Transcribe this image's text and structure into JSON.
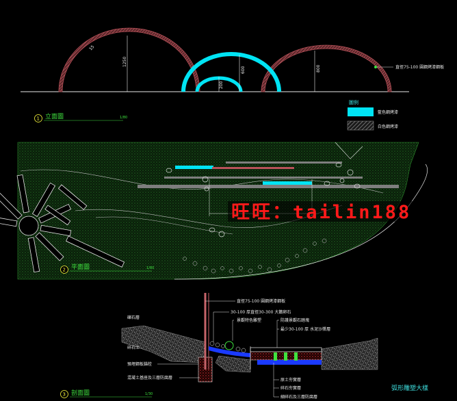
{
  "colors": {
    "background": "#000000",
    "cyan": "#00e4f4",
    "arch_red": "#b8525a",
    "green_hatch": "#1f7a1f",
    "white": "#e9e9e9",
    "yellow": "#f4f23a",
    "section_green": "#3fe23f",
    "watermark": "#ff1a1a"
  },
  "elevation": {
    "number": "1",
    "title": "立面圖",
    "scale": "1/80",
    "dims": [
      "1250",
      "600",
      "200",
      "800"
    ],
    "arch_note": "直徑75-100 圓鋼烤漆鋼板",
    "arch_tag": "15"
  },
  "legend": {
    "title": "圖例",
    "items": [
      {
        "label": "藍色鋼烤漆",
        "swatch": "cyan-icon"
      },
      {
        "label": "白色鋼烤漆",
        "swatch": "hatch-icon"
      }
    ]
  },
  "plan": {
    "number": "2",
    "title": "平面圖",
    "scale": "1/80"
  },
  "section": {
    "number": "3",
    "title": "剖面圖",
    "scale": "1/30",
    "notes_top": [
      "直徑75-100 圓鋼烤漆鋼板",
      "30-100 厚直徑30-300 大鵝卵石",
      "景觀特色雕塑"
    ],
    "notes_left": [
      "礫石層",
      "碎石土",
      "預埋鋼板錨栓",
      "混凝土基座及三層防腐層"
    ],
    "notes_right": [
      "防護景觀石踏塊",
      "最少30-100 厚 水泥沙漿層",
      "原土夯實層",
      "碎石夯實層",
      "細碎石及三層防腐層"
    ]
  },
  "drawing_title": "弧形雕塑大樣",
  "watermark": "旺旺：tailin188"
}
